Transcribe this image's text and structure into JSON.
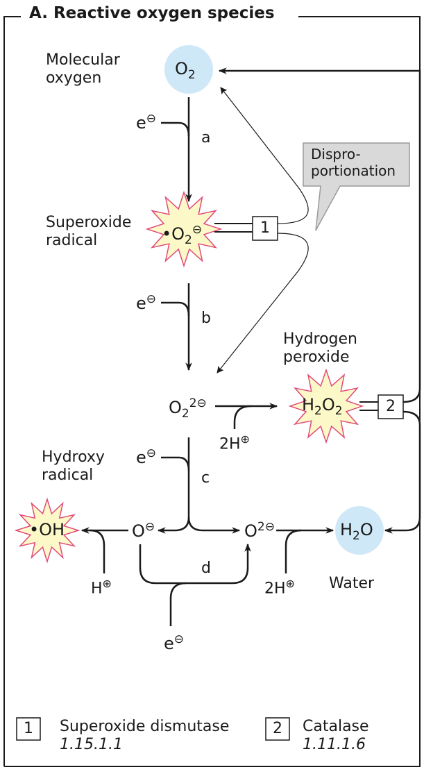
{
  "title": "A. Reactive oxygen species",
  "labels": {
    "molecular_oxygen_1": "Molecular",
    "molecular_oxygen_2": "oxygen",
    "superoxide_1": "Superoxide",
    "superoxide_2": "radical",
    "hydrogen_peroxide_1": "Hydrogen",
    "hydrogen_peroxide_2": "peroxide",
    "hydroxy_1": "Hydroxy",
    "hydroxy_2": "radical",
    "water": "Water",
    "dispro_1": "Dispro-",
    "dispro_2": "portionation"
  },
  "species": {
    "o2": {
      "main": "O",
      "sub": "2"
    },
    "superoxide": {
      "dot": "•",
      "main": "O",
      "sub": "2",
      "sup": "⊖"
    },
    "peroxide_ion": {
      "main": "O",
      "sub": "2",
      "sup": "2⊖"
    },
    "h2o2": {
      "h": "H",
      "sub1": "2",
      "o": "O",
      "sub2": "2"
    },
    "o_minus": {
      "main": "O",
      "sup": "⊖"
    },
    "o_2minus": {
      "main": "O",
      "sup": "2⊖"
    },
    "oh": {
      "dot": "•",
      "main": "OH"
    },
    "h2o": {
      "h": "H",
      "sub": "2",
      "o": "O"
    }
  },
  "inputs": {
    "e": "e",
    "e_charge": "⊖",
    "h": "H",
    "two_h": "2H",
    "h_charge": "⊕"
  },
  "steps": [
    "a",
    "b",
    "c",
    "d"
  ],
  "enzymes": [
    {
      "number": "1",
      "name": "Superoxide dismutase",
      "ec": "1.15.1.1"
    },
    {
      "number": "2",
      "name": "Catalase",
      "ec": "1.11.1.6"
    }
  ],
  "colors": {
    "oxygen_fill": "#cfe8f8",
    "radical_fill": "#fdf8c8",
    "radical_stroke": "#e04a7a",
    "callout_fill": "#d9d9d9",
    "callout_stroke": "#9a9a9a",
    "line": "#1a1a1a"
  }
}
